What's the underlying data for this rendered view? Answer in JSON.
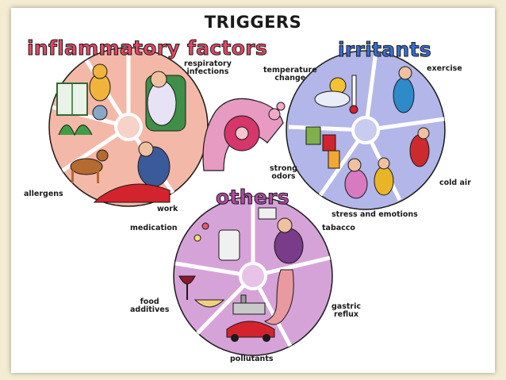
{
  "title": "TRIGGERS",
  "groups": {
    "inflammatory": {
      "heading": "inflammatory factors",
      "labels": {
        "respiratory": "respiratory\ninfections",
        "allergens": "allergens",
        "work": "work"
      }
    },
    "irritants": {
      "heading": "irritants",
      "labels": {
        "temperature": "temperature\nchange",
        "exercise": "exercise",
        "cold_air": "cold air",
        "stress": "stress and emotions",
        "strong_odors": "strong\nodors"
      }
    },
    "others": {
      "heading": "others",
      "labels": {
        "medication": "medication",
        "tabacco": "tabacco",
        "food_additives": "food\nadditives",
        "gastric_reflux": "gastric\nreflux",
        "pollutants": "pollutants"
      }
    }
  },
  "colors": {
    "inflammatory_bg": "#f4b8a8",
    "irritants_bg": "#b3b6e8",
    "others_bg": "#d6a3d8",
    "inflammatory_title": "#e24866",
    "irritants_title": "#3a6fd1",
    "others_title": "#b04aa8"
  }
}
